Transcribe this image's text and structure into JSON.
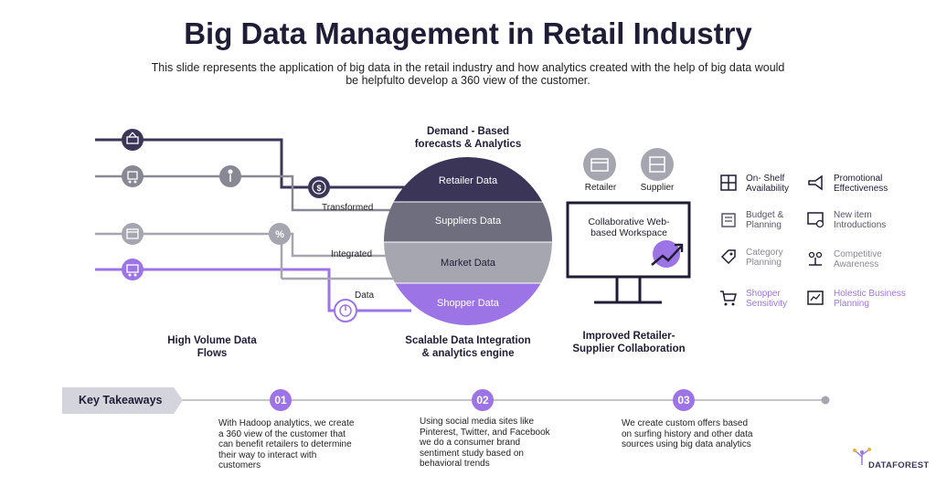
{
  "title": "Big Data Management in Retail Industry",
  "subtitle": "This slide represents the application of big data in the retail industry and how analytics created with the help of big data would be helpfulto develop a 360 view of the customer.",
  "flows": {
    "transformed": "Transformed",
    "integrated": "Integrated",
    "data": "Data",
    "high_volume": "High Volume Data Flows"
  },
  "engine": {
    "top_label": "Demand - Based forecasts & Analytics",
    "layers": [
      "Retailer Data",
      "Suppliers Data",
      "Market Data",
      "Shopper Data"
    ],
    "bottom_label": "Scalable Data Integration & analytics engine",
    "colors": [
      "#3b3558",
      "#6e6e7e",
      "#a6a6b0",
      "#9d74e6"
    ]
  },
  "collab": {
    "retailer": "Retailer",
    "supplier": "Supplier",
    "workspace": "Collaborative Web-based Workspace",
    "bottom_label": "Improved Retailer-Supplier Collaboration"
  },
  "benefits": {
    "left": [
      {
        "label": "On- Shelf Availability",
        "color": "#1f1d36",
        "icon": "shelf-icon"
      },
      {
        "label": "Budget & Planning",
        "color": "#555566",
        "icon": "budget-icon"
      },
      {
        "label": "Category Planning",
        "color": "#888894",
        "icon": "tag-icon"
      },
      {
        "label": "Shopper Sensitivity",
        "color": "#9d74e6",
        "icon": "cart-icon"
      }
    ],
    "right": [
      {
        "label": "Promotional Effectiveness",
        "color": "#1f1d36",
        "icon": "megaphone-icon"
      },
      {
        "label": "New item Introductions",
        "color": "#555566",
        "icon": "new-item-icon"
      },
      {
        "label": "Competitive Awareness",
        "color": "#888894",
        "icon": "competition-icon"
      },
      {
        "label": "Holestic Business Planning",
        "color": "#9d74e6",
        "icon": "business-planning-icon"
      }
    ]
  },
  "takeaways": {
    "header": "Key Takeaways",
    "items": [
      {
        "num": "01",
        "text": "With Hadoop analytics, we create a 360 view of the customer that can benefit retailers to determine their way to interact with customers"
      },
      {
        "num": "02",
        "text": "Using social media sites like Pinterest, Twitter, and Facebook we do a consumer brand sentiment study based on behavioral trends"
      },
      {
        "num": "03",
        "text": "We create custom offers based on surfing history and other data sources using big data analytics"
      }
    ]
  },
  "logo": "DATAFOREST"
}
